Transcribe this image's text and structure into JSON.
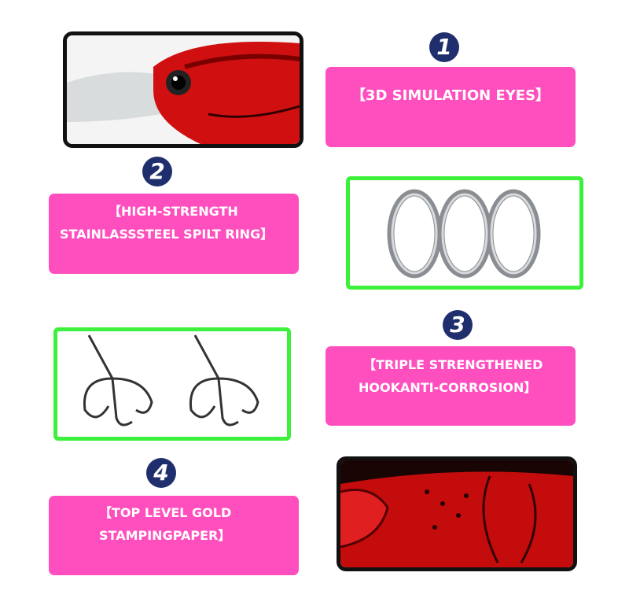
{
  "colors": {
    "panel": "#ff4fbf",
    "badge": "#1f2f6e",
    "frame_green": "#3cf03c",
    "frame_black": "#111111"
  },
  "features": [
    {
      "number": "1",
      "lines": [
        "【3D SIMULATION EYES】"
      ]
    },
    {
      "number": "2",
      "lines": [
        "【HIGH-STRENGTH",
        "STAINLASSSTEEL SPILT RING】"
      ]
    },
    {
      "number": "3",
      "lines": [
        "【TRIPLE STRENGTHENED",
        "HOOKANTI-CORROSION】"
      ]
    },
    {
      "number": "4",
      "lines": [
        "【TOP LEVEL GOLD",
        "STAMPINGPAPER】"
      ]
    }
  ]
}
